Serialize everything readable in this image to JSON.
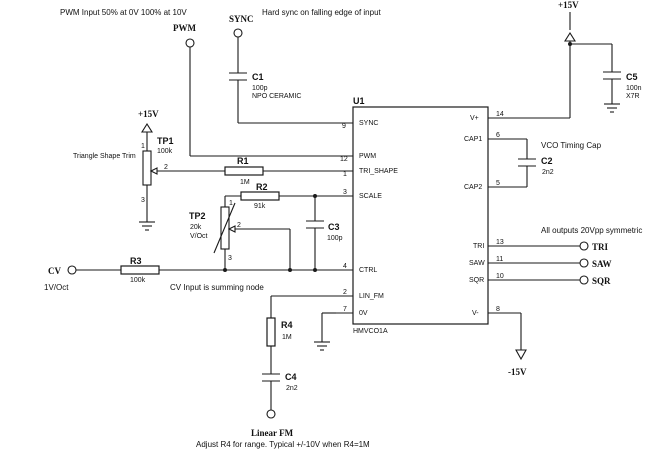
{
  "annotations": {
    "pwm_note": "PWM Input 50% at 0V 100% at 10V",
    "sync_note": "Hard sync on falling edge of input",
    "vco_cap_note": "VCO Timing Cap",
    "outputs_note": "All outputs 20Vpp symmetric",
    "cv_note": "CV Input is summing node",
    "fm_note": "Adjust R4 for range.  Typical +/-10V when R4=1M",
    "triangle_trim_note": "Triangle Shape Trim"
  },
  "ports": {
    "pwm": "PWM",
    "sync": "SYNC",
    "cv": "CV",
    "cv_unit": "1V/Oct",
    "linear_fm": "Linear FM",
    "tri": "TRI",
    "saw": "SAW",
    "sqr": "SQR"
  },
  "power": {
    "pos_top": "+15V",
    "pos_trim": "+15V",
    "neg": "-15V"
  },
  "chip": {
    "ref": "U1",
    "part": "HMVCO1A",
    "pins": {
      "sync": "SYNC",
      "pwm": "PWM",
      "tri_shape": "TRI_SHAPE",
      "scale": "SCALE",
      "ctrl": "CTRL",
      "lin_fm": "LIN_FM",
      "zero_v": "0V",
      "vplus": "V+",
      "cap1": "CAP1",
      "cap2": "CAP2",
      "tri": "TRI",
      "saw": "SAW",
      "sqr": "SQR",
      "vminus": "V-"
    },
    "pin_numbers": {
      "sync": "9",
      "pwm": "12",
      "tri_shape": "1",
      "scale": "3",
      "ctrl": "4",
      "lin_fm": "2",
      "zero_v": "7",
      "vplus": "14",
      "cap1": "6",
      "cap2": "5",
      "tri": "13",
      "saw": "11",
      "sqr": "10",
      "vminus": "8"
    }
  },
  "components": {
    "c1": {
      "ref": "C1",
      "value": "100p",
      "note": "NPO CERAMIC"
    },
    "c2": {
      "ref": "C2",
      "value": "2n2"
    },
    "c3": {
      "ref": "C3",
      "value": "100p"
    },
    "c4": {
      "ref": "C4",
      "value": "2n2"
    },
    "c5": {
      "ref": "C5",
      "value": "100n",
      "note": "X7R"
    },
    "r1": {
      "ref": "R1",
      "value": "1M"
    },
    "r2": {
      "ref": "R2",
      "value": "91k"
    },
    "r3": {
      "ref": "R3",
      "value": "100k"
    },
    "r4": {
      "ref": "R4",
      "value": "1M"
    },
    "tp1": {
      "ref": "TP1",
      "value": "100k",
      "pin1": "1",
      "pin2": "2",
      "pin3": "3"
    },
    "tp2": {
      "ref": "TP2",
      "value": "20k",
      "unit": "V/Oct",
      "pin1": "1",
      "pin2": "2",
      "pin3": "3"
    }
  },
  "colors": {
    "line": "#1a1a1a",
    "background": "#ffffff"
  }
}
